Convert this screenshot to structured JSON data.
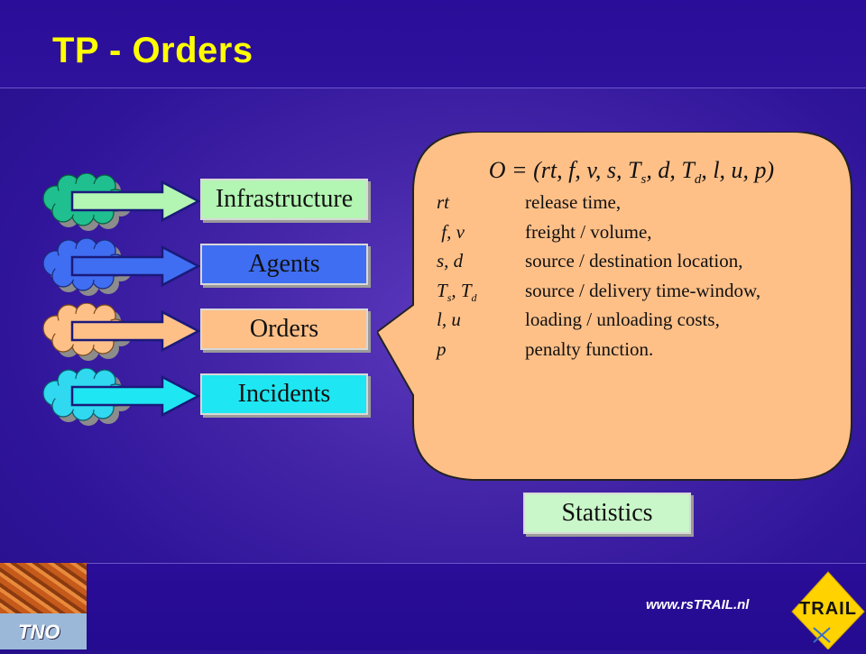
{
  "title": "TP - Orders",
  "modules": [
    {
      "label": "Infrastructure",
      "color": "#b3f5b3",
      "cloud_color": "#1fbf8f"
    },
    {
      "label": "Agents",
      "color": "#3f6ef2",
      "cloud_color": "#3f6ef2"
    },
    {
      "label": "Orders",
      "color": "#ffc088",
      "cloud_color": "#ffc088"
    },
    {
      "label": "Incidents",
      "color": "#1ee6f2",
      "cloud_color": "#30d8f0"
    }
  ],
  "statistics": {
    "label": "Statistics",
    "color": "#c9f7c9"
  },
  "callout": {
    "color": "#ffc088",
    "formula": {
      "prefix": "O = (rt, f, v, s, T",
      "sub1": "s",
      "mid": ", d, T",
      "sub2": "d",
      "suffix": ", l, u, p)"
    },
    "definitions": [
      {
        "symbol": "rt",
        "description": "release time,"
      },
      {
        "symbol": " f, v",
        "description": "freight / volume,"
      },
      {
        "symbol": "s, d",
        "description": "source / destination location,"
      },
      {
        "symbol": "T",
        "symbol_sub": "s",
        "symbol_rest": ", T",
        "symbol_sub2": "d",
        "description": "source / delivery time-window,"
      },
      {
        "symbol": "l, u",
        "description": "loading / unloading costs,"
      },
      {
        "symbol": "p",
        "description": "penalty function."
      }
    ]
  },
  "footer": {
    "url": "www.rsTRAIL.nl",
    "tno_logo_text": "TNO",
    "trail_logo_text": "TRAIL"
  }
}
